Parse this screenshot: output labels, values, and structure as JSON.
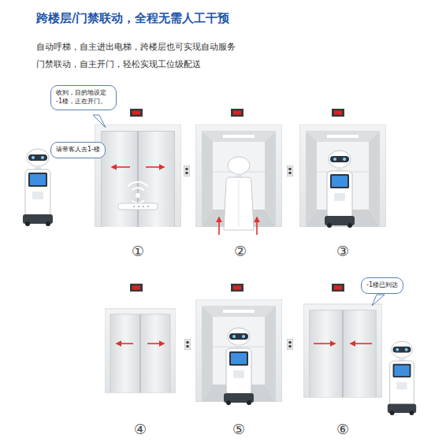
{
  "diagram": {
    "title": "跨楼层/门禁联动，全程无需人工干预",
    "nodes": [
      {
        "text": [
          "收到，目的地设定 -1楼，正在开门。"
        ]
      },
      {
        "text": [
          "请带客人去1-楼"
        ]
      },
      {
        "text": [
          "-1楼已到达"
        ]
      }
    ],
    "labels": [
      "自动呼梯，自主进出电梯，跨楼层也可实现自动服务",
      "门禁联动，自主开门，轻松实现工位级配送",
      "①",
      "②",
      "③",
      "④",
      "⑤",
      "⑥"
    ]
  }
}
